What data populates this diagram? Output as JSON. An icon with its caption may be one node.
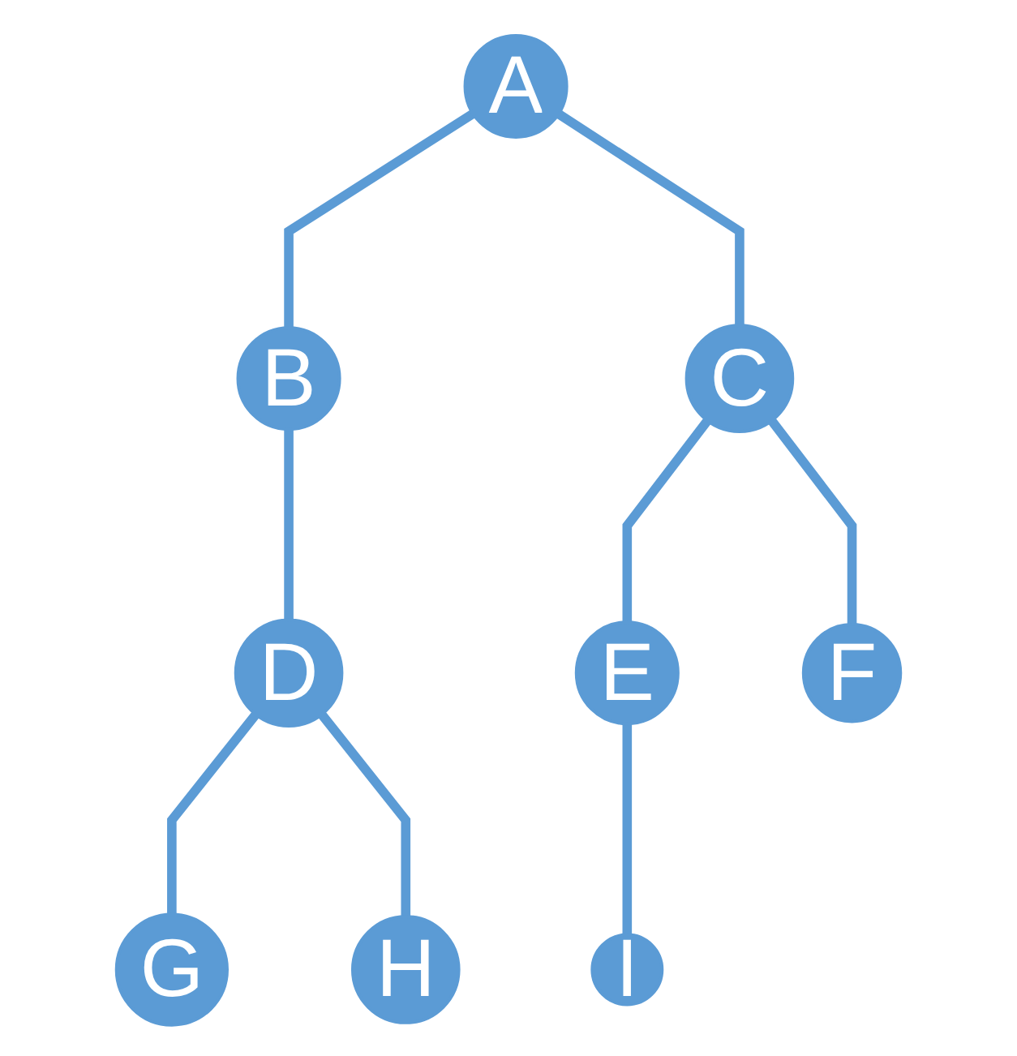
{
  "diagram": {
    "nodes": [
      {
        "text": [
          "A"
        ]
      },
      {
        "text": [
          "B"
        ]
      },
      {
        "text": [
          "C"
        ]
      },
      {
        "text": [
          "D"
        ]
      },
      {
        "text": [
          "E"
        ]
      },
      {
        "text": [
          "F"
        ]
      },
      {
        "text": [
          "G"
        ]
      },
      {
        "text": [
          "H"
        ]
      },
      {
        "text": [
          "I"
        ]
      }
    ],
    "edges": [
      {
        "from": 0,
        "to": 1,
        "arrow": "none"
      },
      {
        "from": 0,
        "to": 2,
        "arrow": "none"
      },
      {
        "from": 1,
        "to": 3,
        "arrow": "none"
      },
      {
        "from": 2,
        "to": 4,
        "arrow": "none"
      },
      {
        "from": 2,
        "to": 5,
        "arrow": "none"
      },
      {
        "from": 3,
        "to": 6,
        "arrow": "none"
      },
      {
        "from": 3,
        "to": 7,
        "arrow": "none"
      },
      {
        "from": 4,
        "to": 8,
        "arrow": "none"
      }
    ]
  }
}
